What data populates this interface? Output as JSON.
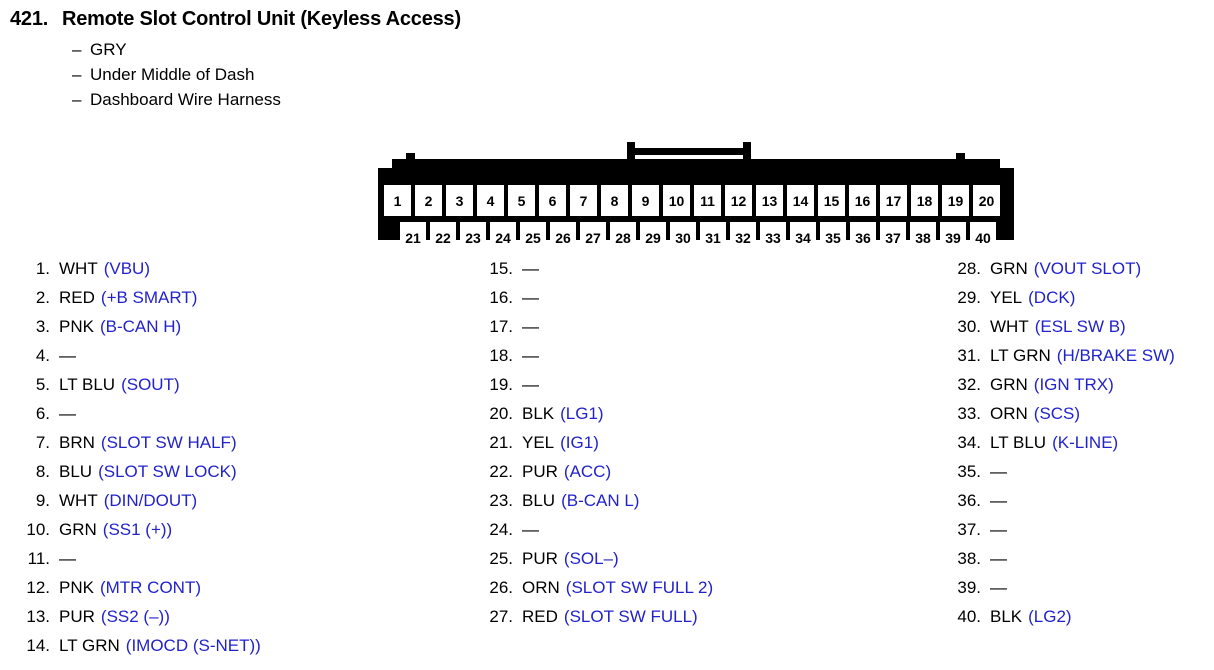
{
  "heading": {
    "number": "421.",
    "title": "Remote Slot Control Unit (Keyless Access)",
    "details": [
      {
        "dash": "–",
        "text": "GRY"
      },
      {
        "dash": "–",
        "text": "Under Middle of Dash"
      },
      {
        "dash": "–",
        "text": "Dashboard Wire Harness"
      }
    ]
  },
  "connector": {
    "name": "40-pin connector",
    "top_row": [
      "1",
      "2",
      "3",
      "4",
      "5",
      "6",
      "7",
      "8",
      "9",
      "10",
      "11",
      "12",
      "13",
      "14",
      "15",
      "16",
      "17",
      "18",
      "19",
      "20"
    ],
    "bottom_row": [
      "21",
      "22",
      "23",
      "24",
      "25",
      "26",
      "27",
      "28",
      "29",
      "30",
      "31",
      "32",
      "33",
      "34",
      "35",
      "36",
      "37",
      "38",
      "39",
      "40"
    ]
  },
  "colors": {
    "signal_blue": "#2222cc",
    "body_black": "#000000",
    "page_white": "#ffffff"
  },
  "pin_list": {
    "none_mark": "—",
    "column1": [
      {
        "idx": "1.",
        "wire": "WHT",
        "signal": "(VBU)"
      },
      {
        "idx": "2.",
        "wire": "RED",
        "signal": "(+B SMART)"
      },
      {
        "idx": "3.",
        "wire": "PNK",
        "signal": "(B-CAN H)"
      },
      {
        "idx": "4.",
        "wire": "—",
        "signal": ""
      },
      {
        "idx": "5.",
        "wire": "LT BLU",
        "signal": "(SOUT)"
      },
      {
        "idx": "6.",
        "wire": "—",
        "signal": ""
      },
      {
        "idx": "7.",
        "wire": "BRN",
        "signal": "(SLOT SW HALF)"
      },
      {
        "idx": "8.",
        "wire": "BLU",
        "signal": "(SLOT SW LOCK)"
      },
      {
        "idx": "9.",
        "wire": "WHT",
        "signal": "(DIN/DOUT)"
      },
      {
        "idx": "10.",
        "wire": "GRN",
        "signal": "(SS1 (+))"
      },
      {
        "idx": "11.",
        "wire": "—",
        "signal": ""
      },
      {
        "idx": "12.",
        "wire": "PNK",
        "signal": "(MTR CONT)"
      },
      {
        "idx": "13.",
        "wire": "PUR",
        "signal": "(SS2 (–))"
      },
      {
        "idx": "14.",
        "wire": "LT GRN",
        "signal": "(IMOCD (S-NET))"
      }
    ],
    "column2": [
      {
        "idx": "15.",
        "wire": "—",
        "signal": ""
      },
      {
        "idx": "16.",
        "wire": "—",
        "signal": ""
      },
      {
        "idx": "17.",
        "wire": "—",
        "signal": ""
      },
      {
        "idx": "18.",
        "wire": "—",
        "signal": ""
      },
      {
        "idx": "19.",
        "wire": "—",
        "signal": ""
      },
      {
        "idx": "20.",
        "wire": "BLK",
        "signal": "(LG1)"
      },
      {
        "idx": "21.",
        "wire": "YEL",
        "signal": "(IG1)"
      },
      {
        "idx": "22.",
        "wire": "PUR",
        "signal": "(ACC)"
      },
      {
        "idx": "23.",
        "wire": "BLU",
        "signal": "(B-CAN L)"
      },
      {
        "idx": "24.",
        "wire": "—",
        "signal": ""
      },
      {
        "idx": "25.",
        "wire": "PUR",
        "signal": "(SOL–)"
      },
      {
        "idx": "26.",
        "wire": "ORN",
        "signal": "(SLOT SW FULL 2)"
      },
      {
        "idx": "27.",
        "wire": "RED",
        "signal": "(SLOT SW FULL)"
      }
    ],
    "column3": [
      {
        "idx": "28.",
        "wire": "GRN",
        "signal": "(VOUT SLOT)"
      },
      {
        "idx": "29.",
        "wire": "YEL",
        "signal": "(DCK)"
      },
      {
        "idx": "30.",
        "wire": "WHT",
        "signal": "(ESL SW B)"
      },
      {
        "idx": "31.",
        "wire": "LT GRN",
        "signal": "(H/BRAKE SW)"
      },
      {
        "idx": "32.",
        "wire": "GRN",
        "signal": "(IGN TRX)"
      },
      {
        "idx": "33.",
        "wire": "ORN",
        "signal": "(SCS)"
      },
      {
        "idx": "34.",
        "wire": "LT BLU",
        "signal": "(K-LINE)"
      },
      {
        "idx": "35.",
        "wire": "—",
        "signal": ""
      },
      {
        "idx": "36.",
        "wire": "—",
        "signal": ""
      },
      {
        "idx": "37.",
        "wire": "—",
        "signal": ""
      },
      {
        "idx": "38.",
        "wire": "—",
        "signal": ""
      },
      {
        "idx": "39.",
        "wire": "—",
        "signal": ""
      },
      {
        "idx": "40.",
        "wire": "BLK",
        "signal": "(LG2)"
      }
    ]
  }
}
